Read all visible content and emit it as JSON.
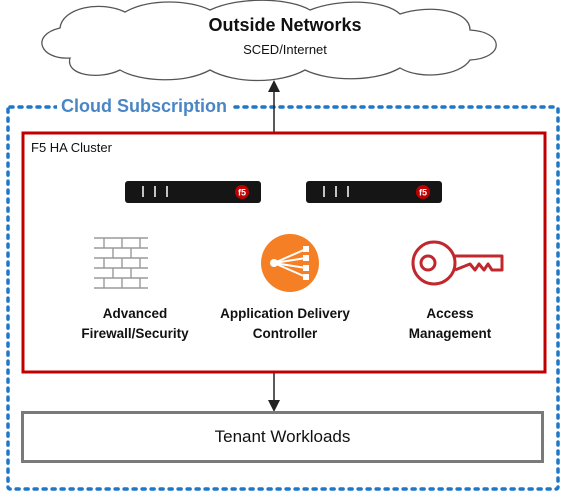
{
  "outside": {
    "title": "Outside Networks",
    "subtitle": "SCED/Internet"
  },
  "subscription": {
    "label": "Cloud Subscription"
  },
  "cluster": {
    "label": "F5 HA Cluster"
  },
  "appliances": [
    {
      "bars": "| | |",
      "logo": "f5"
    },
    {
      "bars": "| | |",
      "logo": "f5"
    }
  ],
  "services": [
    {
      "line1": "Advanced",
      "line2": "Firewall/Security",
      "icon": "firewall-icon"
    },
    {
      "line1": "Application Delivery",
      "line2": "Controller",
      "icon": "load-balancer-icon"
    },
    {
      "line1": "Access",
      "line2": "Management",
      "icon": "key-icon"
    }
  ],
  "tenant": {
    "label": "Tenant Workloads"
  },
  "colors": {
    "subscription_border": "#1f77c8",
    "subscription_text": "#4a86c5",
    "cluster_border": "#c00000",
    "adc_orange": "#f47f24",
    "key_red": "#c0282d",
    "tenant_border": "#7a7a7a"
  }
}
